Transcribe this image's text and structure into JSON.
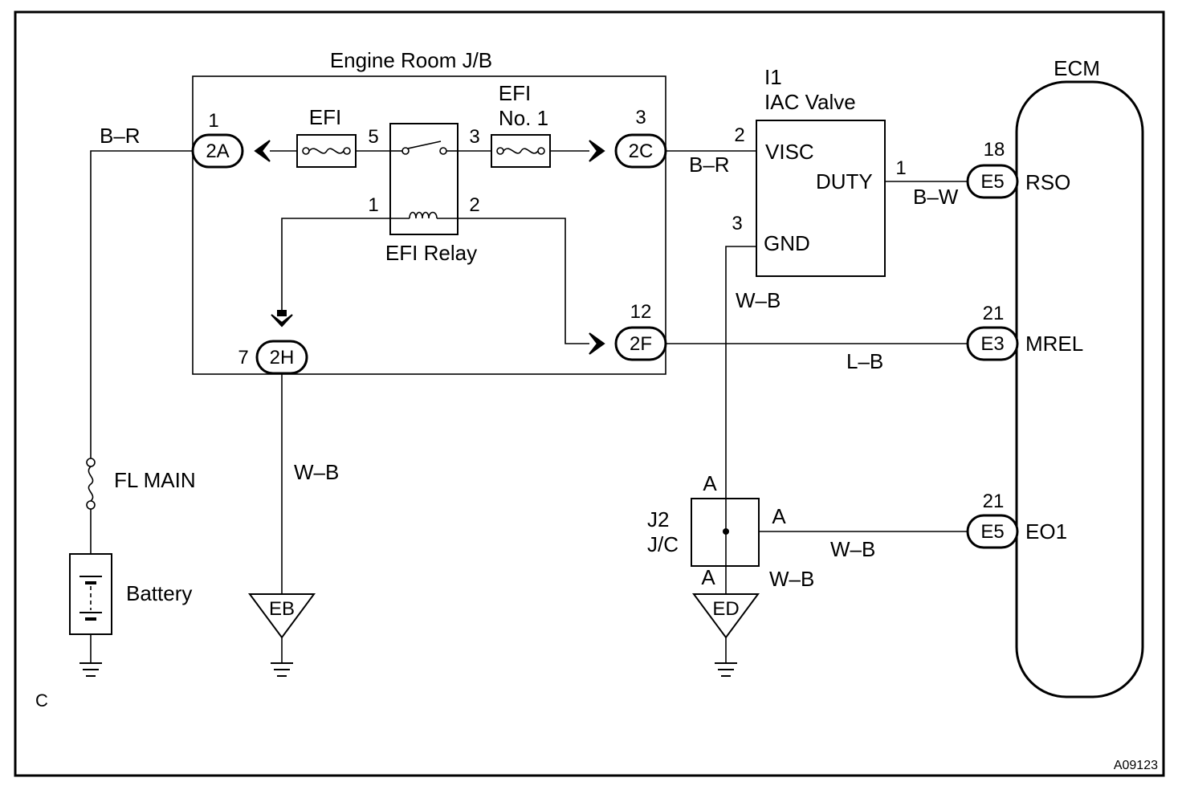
{
  "corner_label": "C",
  "figure_code": "A09123",
  "junction_block": {
    "title": "Engine Room J/B"
  },
  "ecm": {
    "title": "ECM"
  },
  "iac": {
    "id": "I1",
    "name": "IAC Valve",
    "visc": "VISC",
    "duty": "DUTY",
    "gnd": "GND"
  },
  "fuses": {
    "efi": "EFI",
    "efi_no1_line1": "EFI",
    "efi_no1_line2": "No. 1",
    "fl_main": "FL MAIN"
  },
  "relay": {
    "name": "EFI Relay",
    "pin5": "5",
    "pin3": "3",
    "pin1": "1",
    "pin2": "2"
  },
  "battery": {
    "name": "Battery"
  },
  "connectors": {
    "c2A": {
      "id": "2A",
      "pin": "1"
    },
    "c2C": {
      "id": "2C",
      "pin": "3"
    },
    "c2H": {
      "id": "2H",
      "pin": "7"
    },
    "c2F": {
      "id": "2F",
      "pin": "12"
    },
    "e5_rso": {
      "id": "E5",
      "pin": "18",
      "terminal": "RSO"
    },
    "e3_mrel": {
      "id": "E3",
      "pin": "21",
      "terminal": "MREL"
    },
    "e5_eo1": {
      "id": "E5",
      "pin": "21",
      "terminal": "EO1"
    }
  },
  "iac_pins": {
    "visc": "2",
    "duty": "1",
    "gnd": "3"
  },
  "junction_connector": {
    "id": "J2",
    "type": "J/C",
    "pin_top": "A",
    "pin_right": "A",
    "pin_bottom": "A"
  },
  "grounds": {
    "eb": "EB",
    "ed": "ED"
  },
  "wires": {
    "battery_b": "B–R",
    "iac_visc": "B–R",
    "rso": "B–W",
    "mrel": "L–B",
    "iac_gnd": "W–B",
    "relay_ground": "W–B",
    "eo1": "W–B",
    "jc_ground": "W–B"
  }
}
